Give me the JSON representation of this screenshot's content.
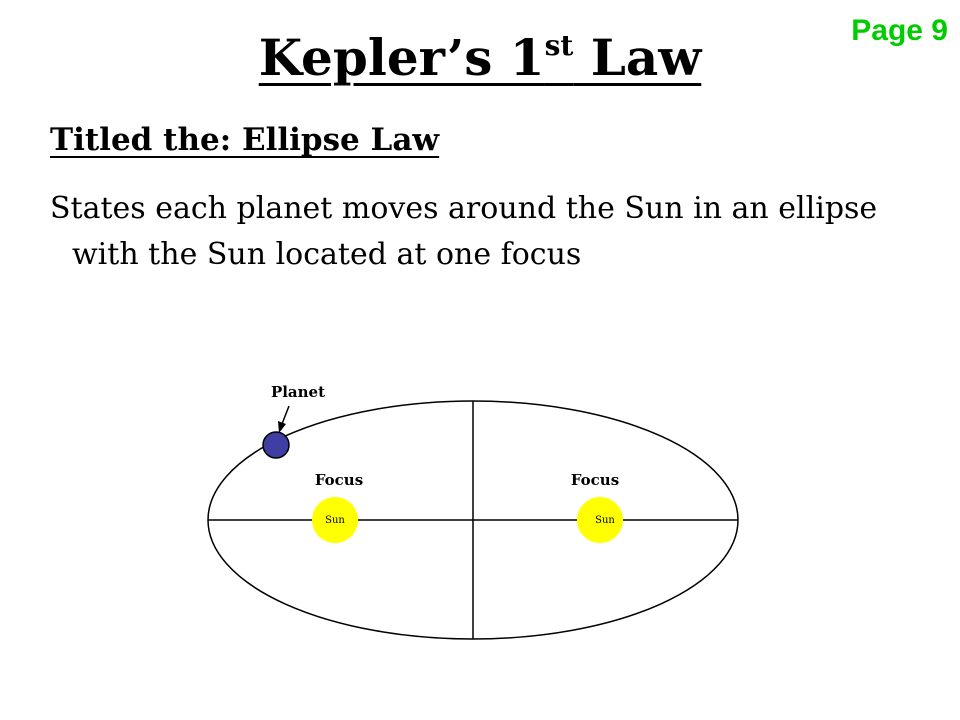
{
  "page_number": "Page 9",
  "title": {
    "main": "Kepler’s 1",
    "superscript": "st",
    "tail": " Law"
  },
  "subtitle": "Titled the: Ellipse Law",
  "statement": "States each planet moves around the Sun in an ellipse with the Sun located at one focus",
  "diagram": {
    "planet_label": "Planet",
    "focus_left_label": "Focus",
    "focus_right_label": "Focus",
    "sun_left_label": "Sun",
    "sun_right_label": "Sun",
    "colors": {
      "sun": "#ffff00",
      "planet": "#3f3fa3",
      "page_number": "#00cc00"
    }
  }
}
